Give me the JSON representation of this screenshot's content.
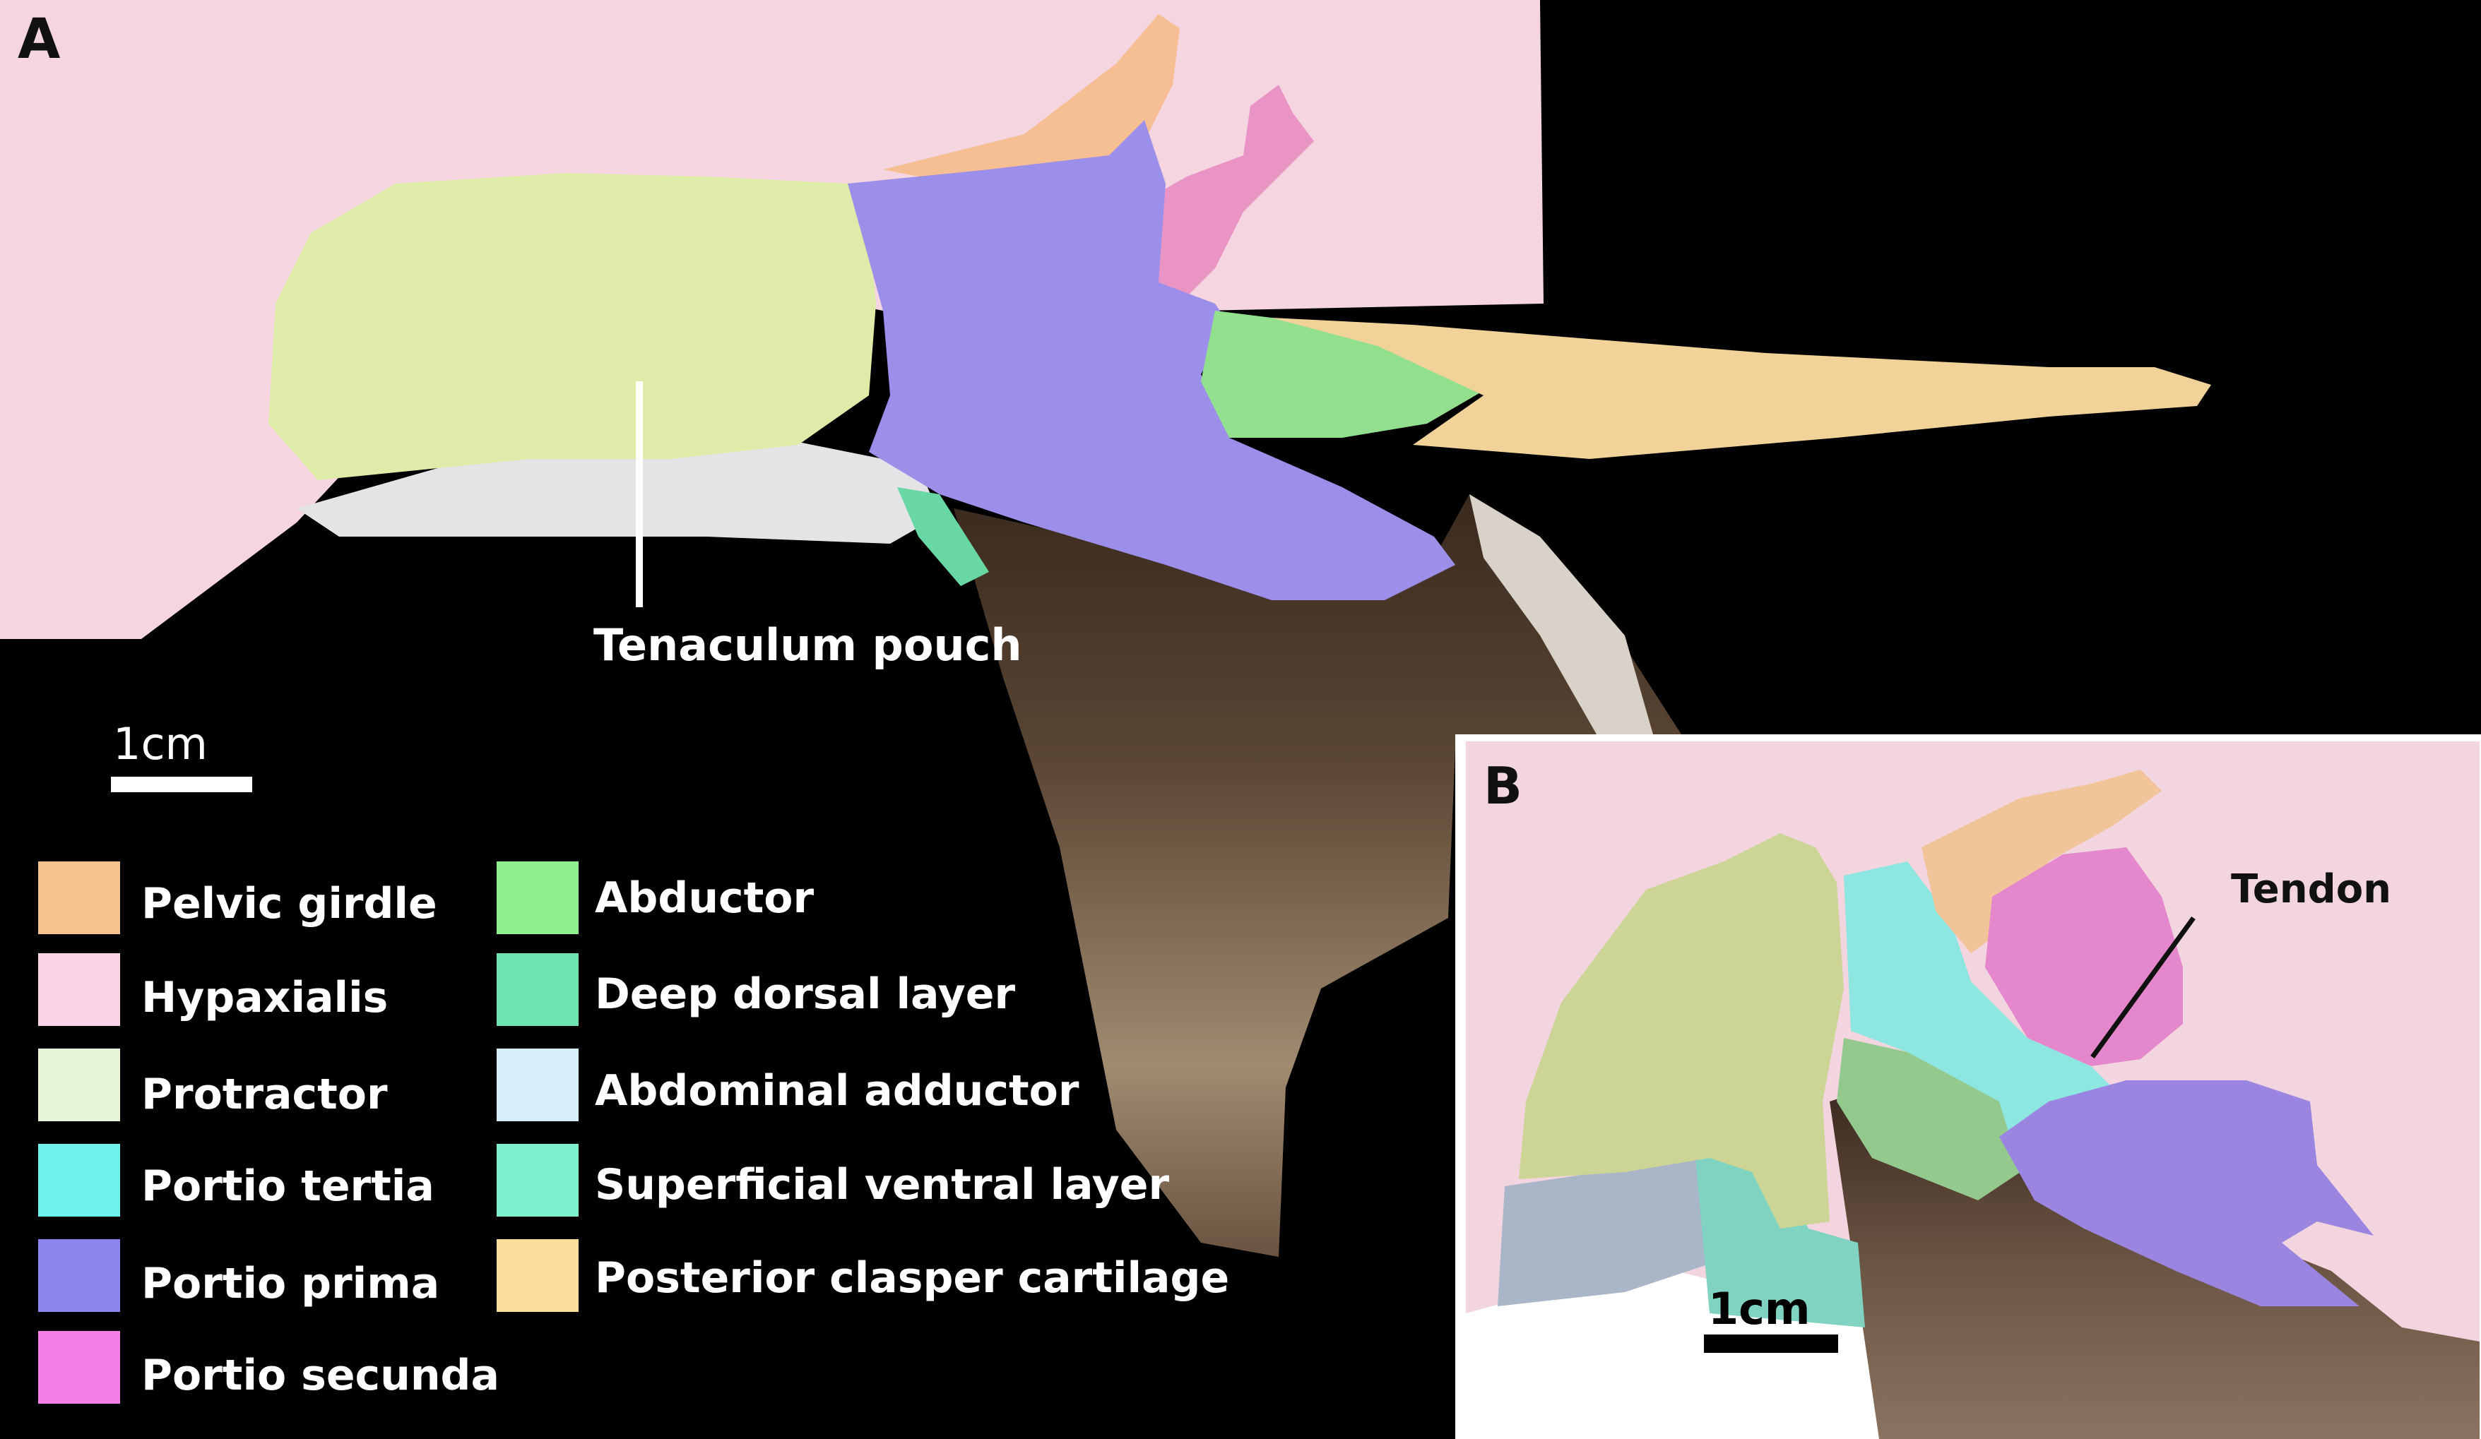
{
  "panel_a": {
    "letter": "A",
    "callout": "Tenaculum pouch",
    "scale_bar": "1cm"
  },
  "panel_b": {
    "letter": "B",
    "callout": "Tendon",
    "scale_bar": "1cm"
  },
  "legend": {
    "col1": [
      {
        "label": "Pelvic girdle",
        "color": "#f7c28e"
      },
      {
        "label": "Hypaxialis",
        "color": "#f9d3e6"
      },
      {
        "label": "Protractor",
        "color": "#e8f5d8"
      },
      {
        "label": "Portio tertia",
        "color": "#6ef2ee"
      },
      {
        "label": "Portio prima",
        "color": "#8c86ef"
      },
      {
        "label": "Portio secunda",
        "color": "#f57fe6"
      }
    ],
    "col2": [
      {
        "label": "Abductor",
        "color": "#8ef08f"
      },
      {
        "label": "Deep dorsal layer",
        "color": "#6fe4b1"
      },
      {
        "label": "Abdominal adductor",
        "color": "#d8eefa"
      },
      {
        "label": "Superficial ventral layer",
        "color": "#7ff0cf"
      },
      {
        "label": "Posterior clasper cartilage",
        "color": "#f8de9a"
      }
    ]
  }
}
